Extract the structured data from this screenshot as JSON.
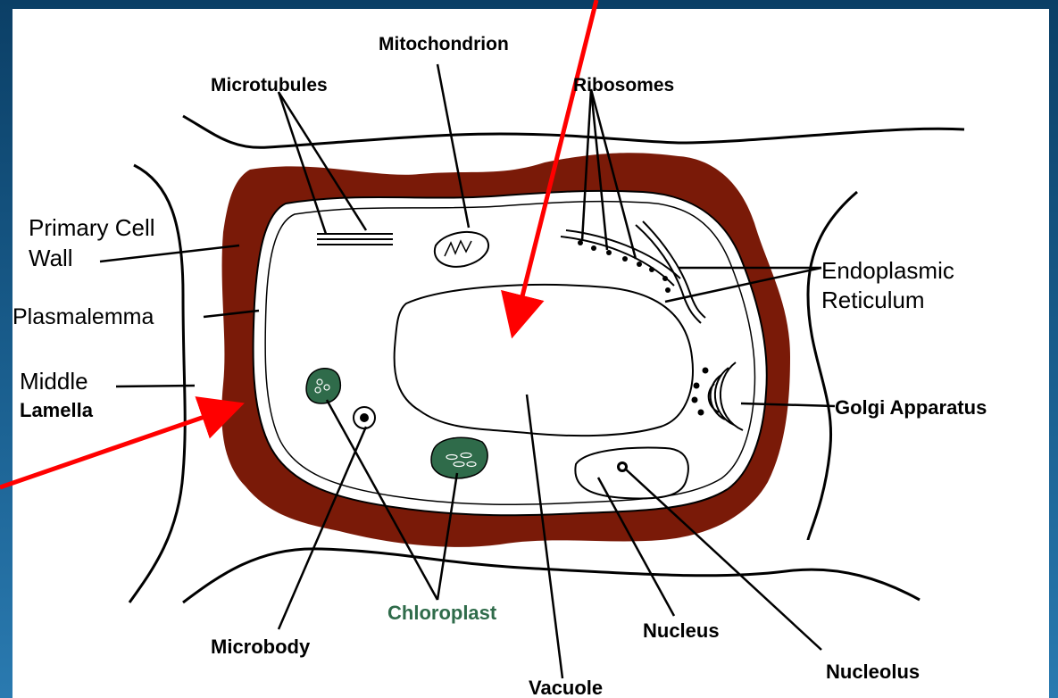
{
  "labels": {
    "mitochondrion": "Mitochondrion",
    "microtubules": "Microtubules",
    "ribosomes": "Ribosomes",
    "primary_cell_wall_1": "Primary Cell",
    "primary_cell_wall_2": "Wall",
    "plasmalemma": "Plasmalemma",
    "middle_lamella_1": "Middle",
    "middle_lamella_2": "Lamella",
    "endoplasmic_reticulum_1": "Endoplasmic",
    "endoplasmic_reticulum_2": "Reticulum",
    "golgi_apparatus": "Golgi Apparatus",
    "chloroplast": "Chloroplast",
    "microbody": "Microbody",
    "nucleus": "Nucleus",
    "vacuole": "Vacuole",
    "nucleolus": "Nucleolus"
  },
  "colors": {
    "cell_wall": "#7a1a08",
    "chloroplast": "#2f6b4a",
    "pointer_arrow": "#ff0000",
    "background": "#0b3f66"
  }
}
